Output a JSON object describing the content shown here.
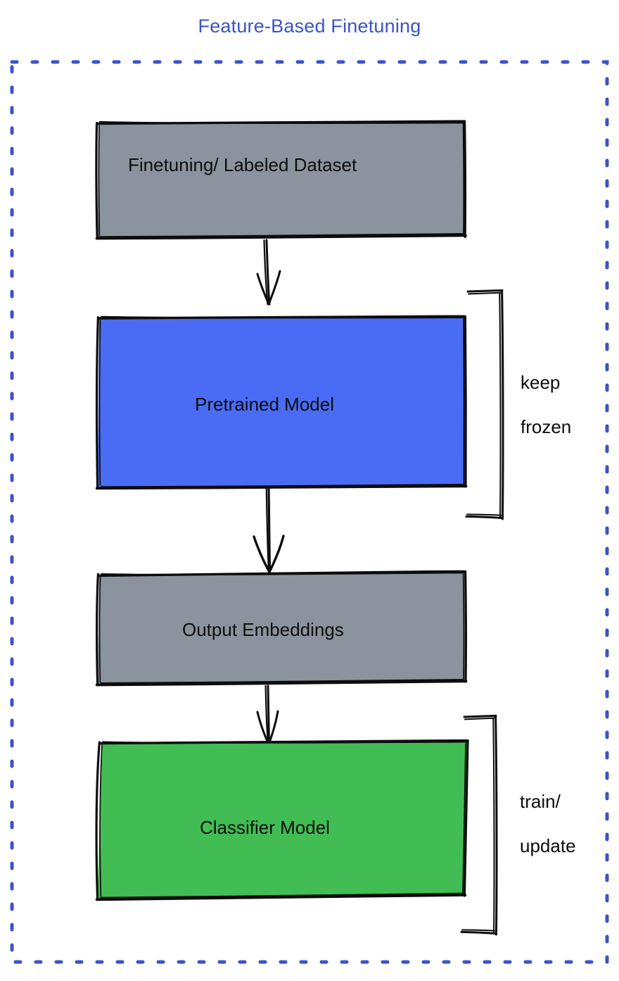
{
  "title": "Feature-Based Finetuning",
  "colors": {
    "title_text": "#3b53c9",
    "frame_border": "#3b53c9",
    "gray_fill": "#8b949e",
    "blue_fill": "#4a6cf5",
    "green_fill": "#41bd54",
    "stroke": "#0d0d0d",
    "label_text": "#0d0d0d",
    "background": "#ffffff"
  },
  "frame": {
    "name": "dashed-outer-frame",
    "style": "dotted"
  },
  "nodes": [
    {
      "id": "dataset",
      "label": "Finetuning/ Labeled Dataset",
      "fill": "#8b949e",
      "shape": "rectangle"
    },
    {
      "id": "pretrained-model",
      "label": "Pretrained Model",
      "fill": "#4a6cf5",
      "shape": "rectangle"
    },
    {
      "id": "output-embeddings",
      "label": "Output Embeddings",
      "fill": "#8b949e",
      "shape": "rectangle"
    },
    {
      "id": "classifier-model",
      "label": "Classifier Model",
      "fill": "#41bd54",
      "shape": "rectangle"
    }
  ],
  "annotations": [
    {
      "id": "keep-frozen",
      "line1": "keep",
      "line2": "frozen",
      "target": "pretrained-model",
      "bracket": "right-square-bracket"
    },
    {
      "id": "train-update",
      "line1": "train/",
      "line2": "update",
      "target": "classifier-model",
      "bracket": "right-square-bracket"
    }
  ],
  "edges": [
    {
      "id": "dataset-to-pretrained",
      "from": "dataset",
      "to": "pretrained-model",
      "arrow": "down-arrow"
    },
    {
      "id": "pretrained-to-embeddings",
      "from": "pretrained-model",
      "to": "output-embeddings",
      "arrow": "down-arrow"
    },
    {
      "id": "embeddings-to-classifier",
      "from": "output-embeddings",
      "to": "classifier-model",
      "arrow": "down-arrow"
    }
  ]
}
